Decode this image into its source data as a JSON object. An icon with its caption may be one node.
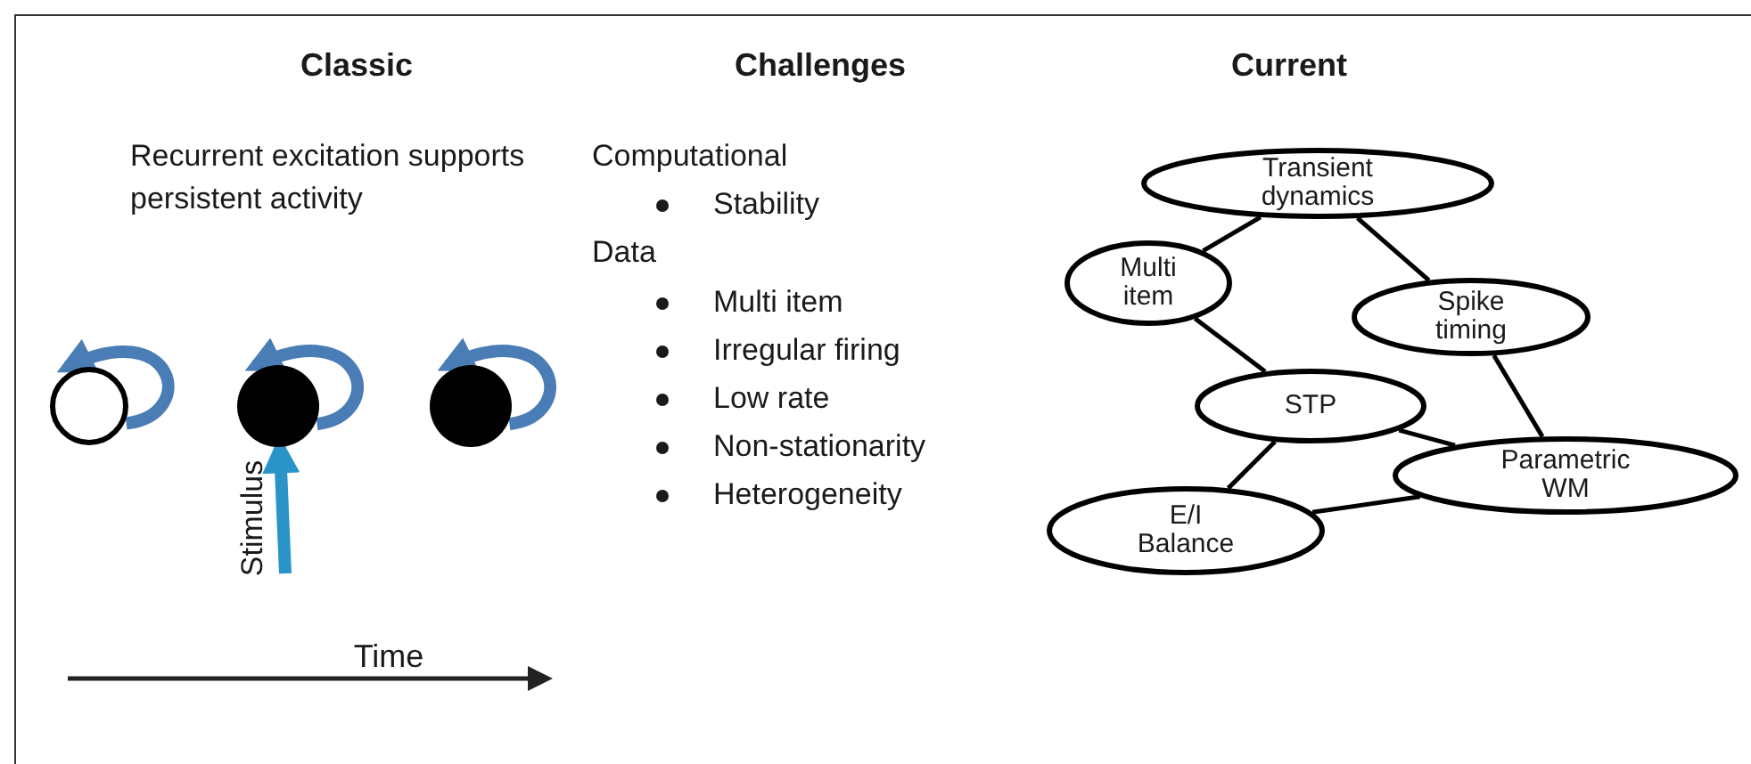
{
  "diagram": {
    "nodes": [
      {
        "text": [
          "Transient dynamics"
        ]
      },
      {
        "text": [
          "Multi item"
        ]
      },
      {
        "text": [
          "Spike timing"
        ]
      },
      {
        "text": [
          "STP"
        ]
      },
      {
        "text": [
          "Parametric WM"
        ]
      },
      {
        "text": [
          "E/I Balance"
        ]
      },
      {
        "text": [],
        "shape": "circle"
      },
      {
        "text": [],
        "shape": "circle"
      },
      {
        "text": [],
        "shape": "circle"
      }
    ],
    "edges": [
      {
        "from": 0,
        "to": 1,
        "arrow": "none"
      },
      {
        "from": 0,
        "to": 2,
        "arrow": "none"
      },
      {
        "from": 1,
        "to": 3,
        "arrow": "none"
      },
      {
        "from": 2,
        "to": 4,
        "arrow": "none"
      },
      {
        "from": 3,
        "to": 4,
        "arrow": "none"
      },
      {
        "from": 3,
        "to": 5,
        "arrow": "none"
      },
      {
        "from": 5,
        "to": 4,
        "arrow": "none"
      },
      {
        "from": 6,
        "to": 6,
        "arrow": "to",
        "style": "thick",
        "color": "#4a7db5"
      },
      {
        "from": 7,
        "to": 7,
        "arrow": "to",
        "style": "thick",
        "color": "#4a7db5"
      },
      {
        "from": 8,
        "to": 8,
        "arrow": "to",
        "style": "thick",
        "color": "#4a7db5"
      },
      {
        "from": null,
        "to": 7,
        "arrow": "to",
        "label": "Stimulus",
        "style": "thick",
        "color": "#2a94c8"
      }
    ],
    "labels": [
      "Classic",
      "Challenges",
      "Current",
      "Recurrent excitation supports persistent activity",
      "Computational",
      "Stability",
      "Data",
      "Multi item",
      "Irregular firing",
      "Low rate",
      "Non-stationarity",
      "Heterogeneity",
      "Time"
    ]
  }
}
